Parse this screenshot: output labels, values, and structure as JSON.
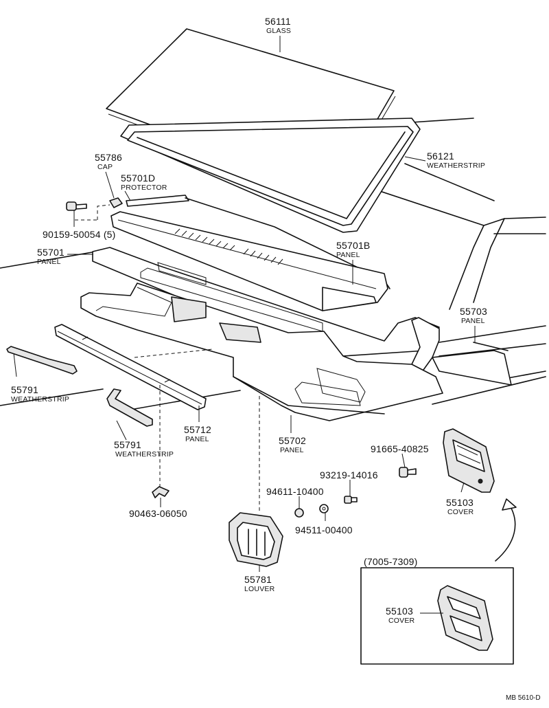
{
  "parts": [
    {
      "id": "56111",
      "name": "GLASS"
    },
    {
      "id": "56121",
      "name": "WEATHERSTRIP"
    },
    {
      "id": "55786",
      "name": "CAP"
    },
    {
      "id": "55701D",
      "name": "PROTECTOR"
    },
    {
      "id": "90159-50054 (5)",
      "name": ""
    },
    {
      "id": "55701",
      "name": "PANEL"
    },
    {
      "id": "55701B",
      "name": "PANEL"
    },
    {
      "id": "55703",
      "name": "PANEL"
    },
    {
      "id": "55791",
      "name": "WEATHERSTRIP"
    },
    {
      "id": "55712",
      "name": "PANEL"
    },
    {
      "id": "55791",
      "name": "WEATHERSTRIP"
    },
    {
      "id": "55702",
      "name": "PANEL"
    },
    {
      "id": "91665-40825",
      "name": ""
    },
    {
      "id": "93219-14016",
      "name": ""
    },
    {
      "id": "94611-10400",
      "name": ""
    },
    {
      "id": "94511-00400",
      "name": ""
    },
    {
      "id": "90463-06050",
      "name": ""
    },
    {
      "id": "55103",
      "name": "COVER"
    },
    {
      "id": "55781",
      "name": "LOUVER"
    }
  ],
  "inset": {
    "range": "(7005-7309)",
    "part": {
      "id": "55103",
      "name": "COVER"
    }
  },
  "drawing_ref": "MB 5610-D"
}
